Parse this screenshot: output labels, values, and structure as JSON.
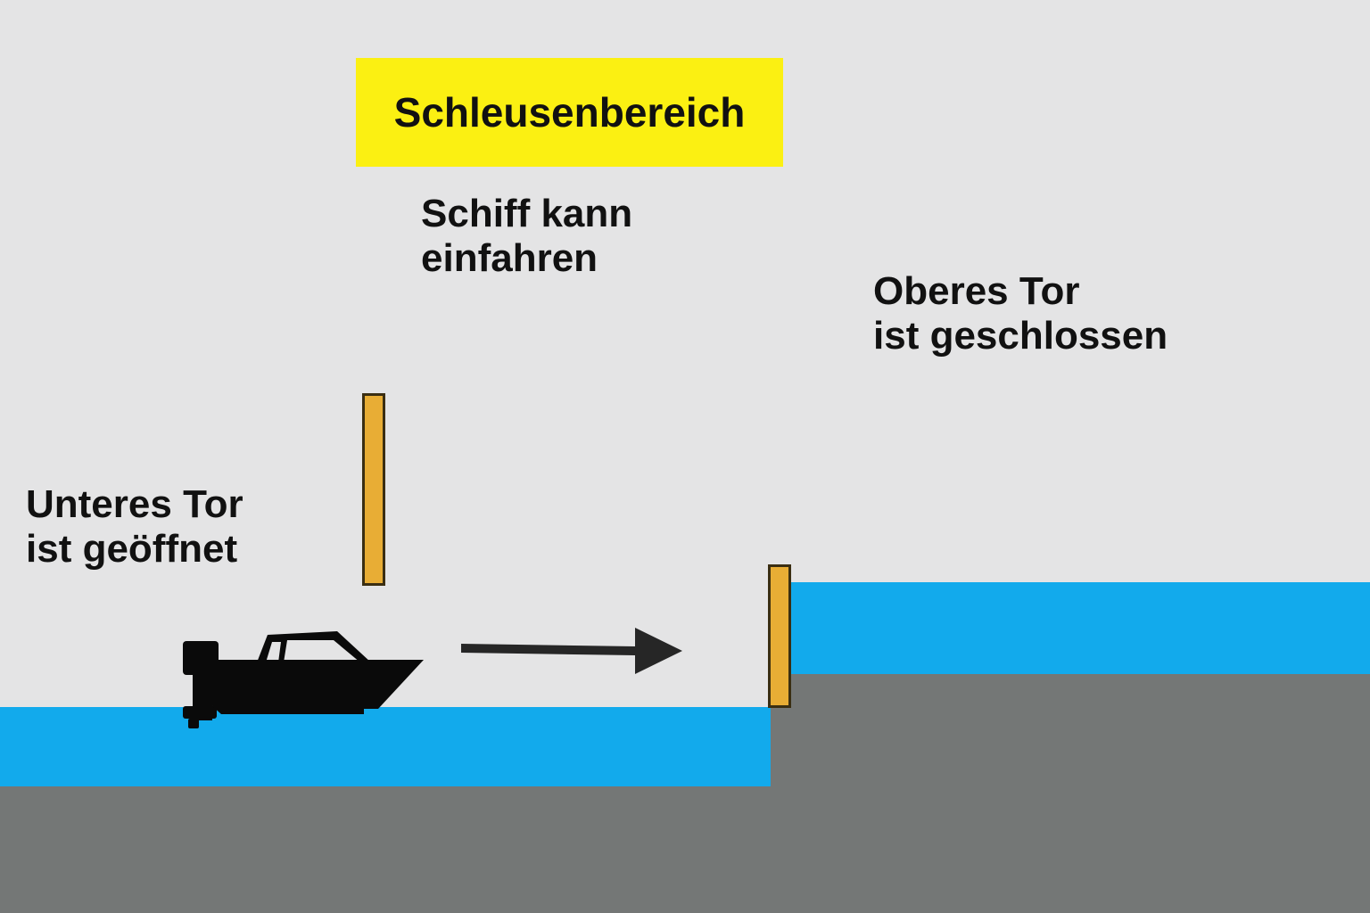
{
  "title": "Schleusenbereich",
  "labels": {
    "ship_line1": "Schiff kann",
    "ship_line2": "einfahren",
    "upper_gate_line1": "Oberes Tor",
    "upper_gate_line2": "ist geschlossen",
    "lower_gate_line1": "Unteres Tor",
    "lower_gate_line2": "ist geöffnet"
  },
  "colors": {
    "background": "#e4e4e5",
    "title_box": "#fbf012",
    "water": "#12aaec",
    "ground": "#747776",
    "gate": "#e8ad35",
    "boat": "#0a0a0a",
    "arrow": "#262626"
  },
  "icons": {
    "boat": "motorboat-icon",
    "direction": "arrow-right-icon"
  }
}
